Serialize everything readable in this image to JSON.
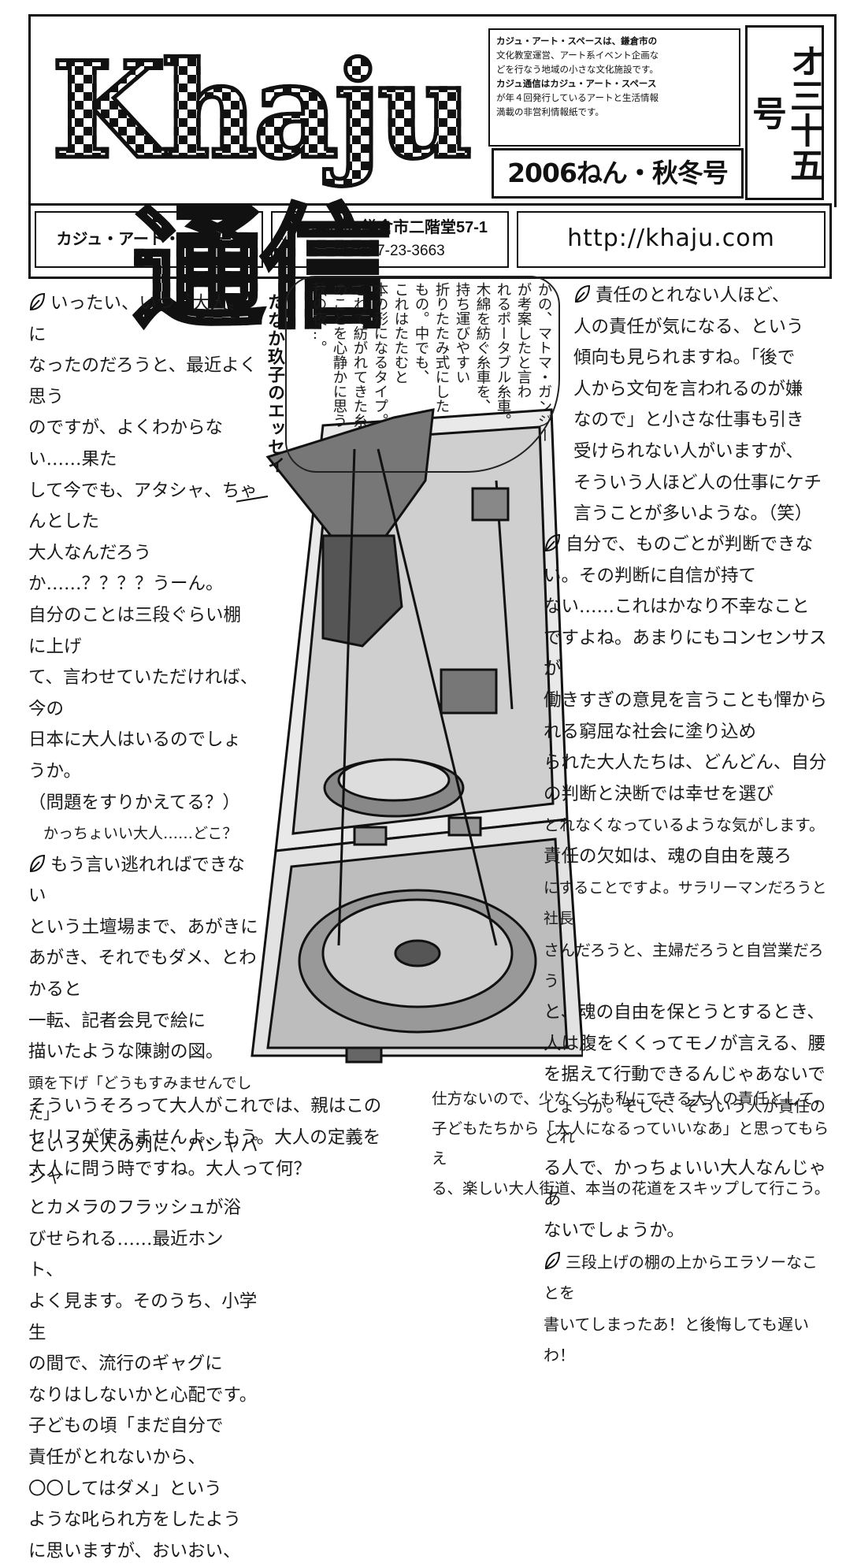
{
  "masthead": {
    "logo_text": "Khaju通信",
    "intro_lines": [
      "カジュ・アート・スペースは、鎌倉市の",
      "文化教室運営、アート系イベント企画な",
      "どを行なう地域の小さな文化施設です。",
      "カジュ通信はカジュ・アート・スペース",
      "が年４回発行しているアートと生活情報",
      "満載の非営利情報紙です。"
    ],
    "issue_title": "2006ねん・秋冬号",
    "issue_number": "オ三十五号"
  },
  "info_bar": {
    "org_name": "カジュ・アート・スペース",
    "postal": "〒248-0002",
    "address": "鎌倉市二階堂57-1",
    "phone": "t/f 0467-23-3663",
    "url": "http://khaju.com"
  },
  "essay": {
    "byline": "たなか玖子のエッセイ",
    "vertical_lines": [
      "かの、マトマ・ガンジー",
      "が考案したと言わ",
      "れるポータブル糸車。",
      "木綿を紡ぐ糸車を、",
      "持ち運びやすい",
      "折りたたみ式にした",
      "もの。中でも、",
      "これはたたむと",
      "本の形になるタイプ。",
      "これで紡がれてきた糸",
      "のことを心静かに思う",
      "秋の夜…。"
    ],
    "left_column": [
      "いったい、いつ〝大人〟に",
      "なったのだろうと、最近よく思う",
      "のですが、よくわからない……果た",
      "して今でも、アタシャ、ちゃんとした",
      "大人なんだろうか……？？？？うーん。",
      "自分のことは三段ぐらい棚に上げ",
      "て、言わせていただければ、今の",
      "日本に大人はいるのでしょうか。",
      "（問題をすりかえてる？）",
      "　かっちょいい大人……どこ？",
      "もう言い逃れればできない",
      "という土壇場まで、あがきに",
      "あがき、それでもダメ、とわかると",
      "一転、記者会見で絵に",
      "描いたような陳謝の図。",
      "頭を下げ「どうもすみませんでした」",
      "という大人の列に、パシャパシャ",
      "とカメラのフラッシュが浴",
      "びせられる……最近ホント、",
      "よく見ます。そのうち、小学生",
      "の間で、流行のギャグに",
      "なりはしないかと心配です。",
      "子どもの頃「まだ自分で",
      "責任がとれないから、",
      "〇〇してはダメ」という",
      "ような叱られ方をしたよう",
      "に思いますが、おいおい、"
    ],
    "bottom_left": [
      "そういうそろって大人がこれでは、親はこの",
      "セリフが使えませんよ、もう。大人の定義を",
      "大人に問う時ですね。大人って何？"
    ],
    "right_column": [
      "責任のとれない人ほど、",
      "人の責任が気になる、という",
      "傾向も見られますね。「後で",
      "人から文句を言われるのが嫌",
      "なので」と小さな仕事も引き",
      "受けられない人がいますが、",
      "そういう人ほど人の仕事にケチ",
      "言うことが多いような。（笑）",
      "自分で、ものごとが判断できな",
      "い。その判断に自信が持て",
      "ない……これはかなり不幸なこと",
      "ですよね。あまりにもコンセンサスが",
      "働きすぎの意見を言うことも憚から",
      "れる窮屈な社会に塗り込め",
      "られた大人たちは、どんどん、自分",
      "の判断と決断では幸せを選び",
      "とれなくなっているような気がします。",
      "責任の欠如は、魂の自由を蔑ろ",
      "にすることですよ。サラリーマンだろうと社長",
      "さんだろうと、主婦だろうと自営業だろう",
      "と、魂の自由を保とうとするとき、",
      "人は腹をくくってモノが言える、腰",
      "を据えて行動できるんじゃあないで",
      "しょうか。そして、そういう人が責任のとれ",
      "る人で、かっちょいい大人なんじゃあ",
      "ないでしょうか。",
      "三段上げの棚の上からエラソーなことを",
      "書いてしまったあ！と後悔しても遅いわ！"
    ],
    "bottom_right": [
      "仕方ないので、少なくとも私にできる大人の責任として、",
      "子どもたちから「大人になるっていいなあ」と思ってもらえ",
      "る、楽しい大人街道、本当の花道をスキップして行こう。"
    ]
  },
  "illustration": {
    "icon": "portable-spinning-wheel-drawing"
  }
}
